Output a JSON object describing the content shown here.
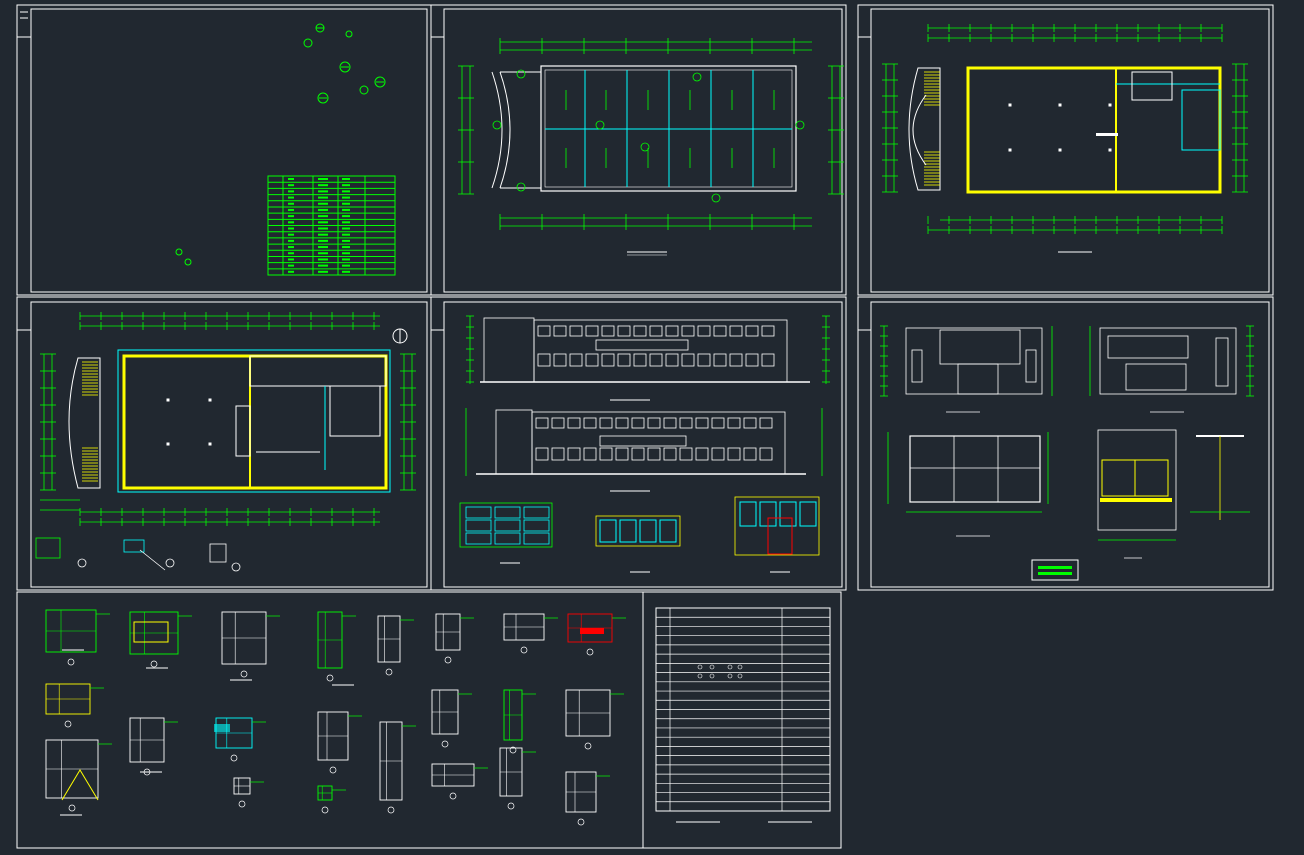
{
  "app": {
    "view": "model-space",
    "background": "#212830"
  },
  "colors": {
    "frame": "#ffffff",
    "dimension": "#00ff00",
    "wall": "#ffff00",
    "axis": "#00ffff",
    "detail": "#ff0000",
    "line": "#ffffff"
  },
  "sheets": [
    {
      "id": "sheet-1",
      "kind": "site-plan-and-drawing-index"
    },
    {
      "id": "sheet-2",
      "kind": "foundation-plan"
    },
    {
      "id": "sheet-3",
      "kind": "ground-floor-plan"
    },
    {
      "id": "sheet-4",
      "kind": "first-floor-plan"
    },
    {
      "id": "sheet-5",
      "kind": "elevations"
    },
    {
      "id": "sheet-6",
      "kind": "side-elevations-and-section"
    },
    {
      "id": "sheet-7",
      "kind": "construction-details"
    },
    {
      "id": "sheet-8",
      "kind": "design-notes-table"
    }
  ],
  "drawing_index": {
    "rows": 16,
    "columns": 5
  },
  "notes_table": {
    "rows": 22,
    "columns": 3
  }
}
